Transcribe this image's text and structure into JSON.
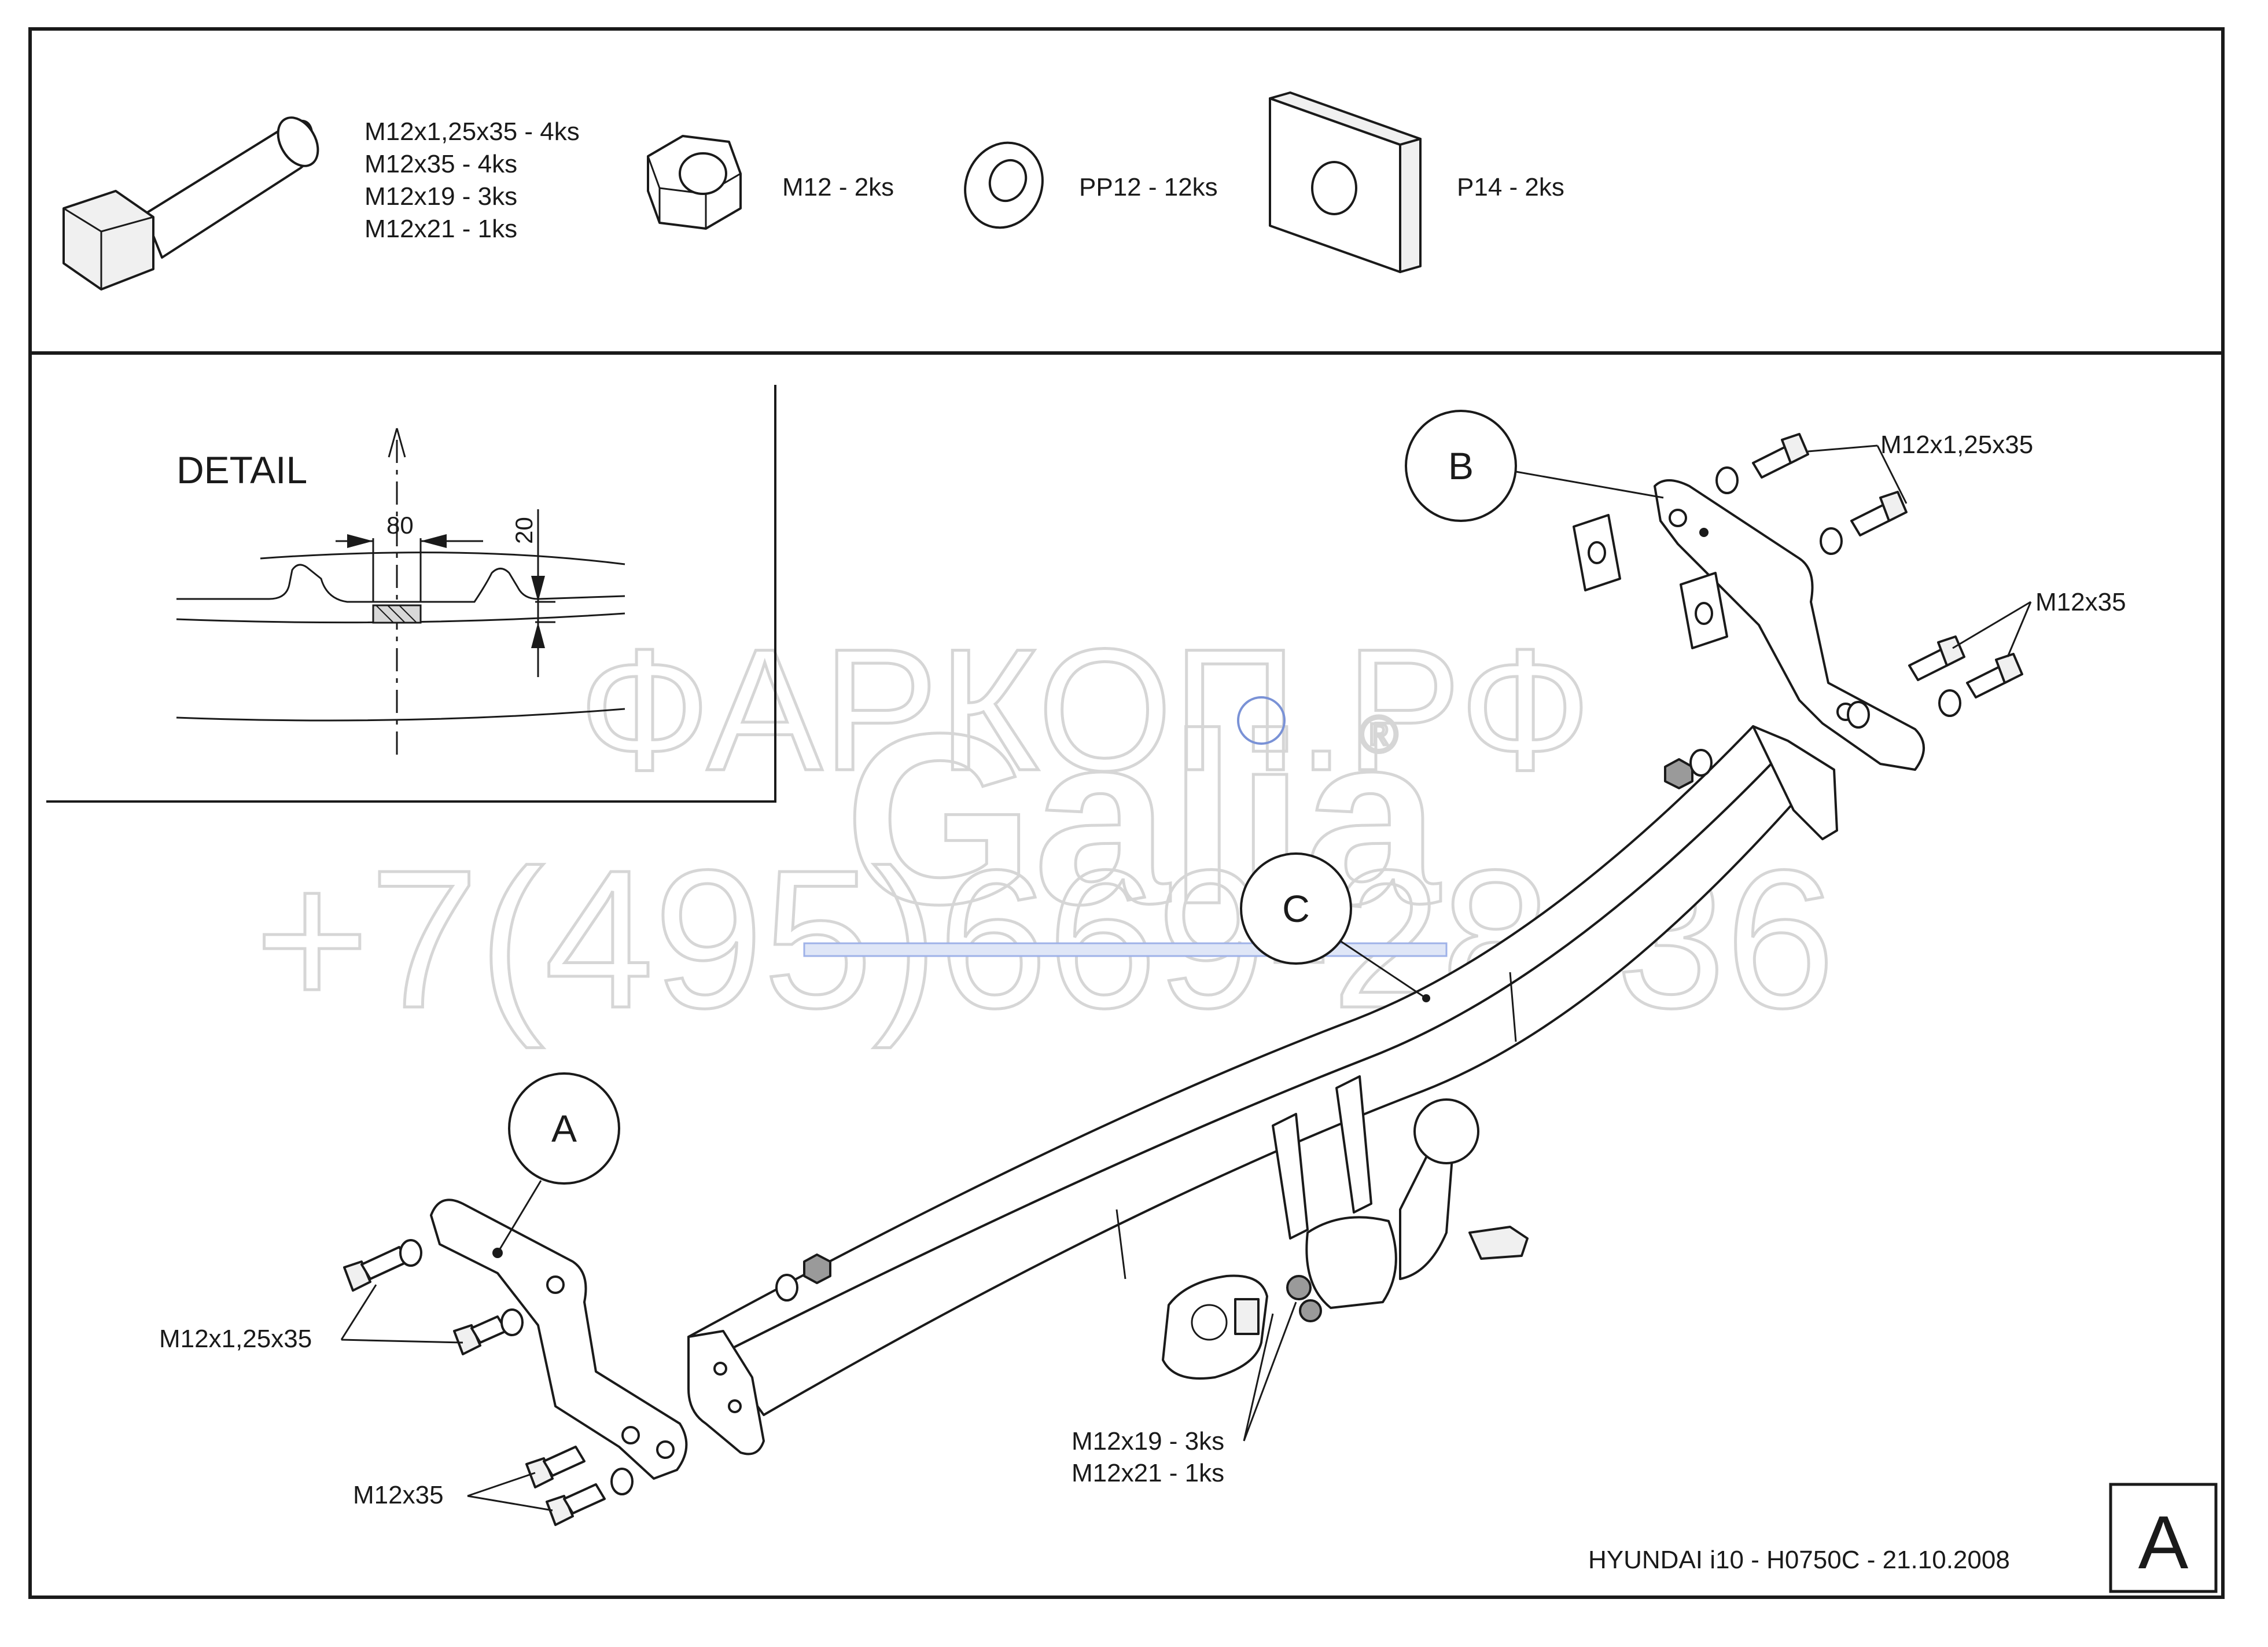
{
  "parts_list": [
    {
      "id": "bolt",
      "lines": [
        "M12x1,25x35 - 4ks",
        "M12x35 - 4ks",
        "M12x19 - 3ks",
        "M12x21 - 1ks"
      ]
    },
    {
      "id": "nut",
      "lines": [
        "M12 - 2ks"
      ]
    },
    {
      "id": "washer",
      "lines": [
        "PP12 - 12ks"
      ]
    },
    {
      "id": "plate",
      "lines": [
        "P14 - 2ks"
      ]
    }
  ],
  "detail": {
    "title": "DETAIL",
    "dim_horizontal": "80",
    "dim_vertical": "20"
  },
  "callouts": {
    "a": "A",
    "b": "B",
    "c": "C"
  },
  "labels": {
    "b_bolts_top": "M12x1,25x35",
    "b_bolts_lower": "M12x35",
    "a_bolts_top": "M12x1,25x35",
    "a_bolts_lower": "M12x35",
    "center_bolts_1": "M12x19 - 3ks",
    "center_bolts_2": "M12x21 - 1ks"
  },
  "watermark": {
    "brand": "Galia",
    "registered": "®",
    "site": "ФАРКОП.РФ",
    "phone": "+7(495)669-28-36"
  },
  "title_block": {
    "caption": "HYUNDAI i10 - H0750C - 21.10.2008",
    "sheet": "A"
  }
}
